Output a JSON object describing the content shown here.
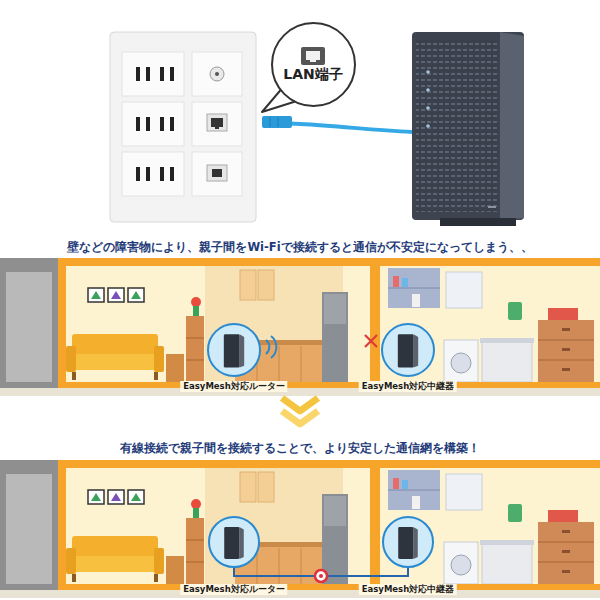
{
  "diagram": {
    "nodes": [
      {
        "text": [
          "LAN端子"
        ]
      },
      {
        "text": [
          "EasyMesh対応ルーター"
        ]
      },
      {
        "text": [
          "EasyMesh対応中継器"
        ]
      },
      {
        "text": [
          "EasyMesh対応ルーター"
        ]
      },
      {
        "text": [
          "EasyMesh対応中継器"
        ]
      }
    ],
    "edges": [
      {
        "from": 3,
        "to": 4,
        "arrow": "none"
      }
    ],
    "labels": [
      "壁などの障害物により、親子間をWi-Fiで接続すると通信が不安定になってしまう、、",
      "有線接続で親子間を接続することで、より安定した通信網を構築！"
    ]
  }
}
